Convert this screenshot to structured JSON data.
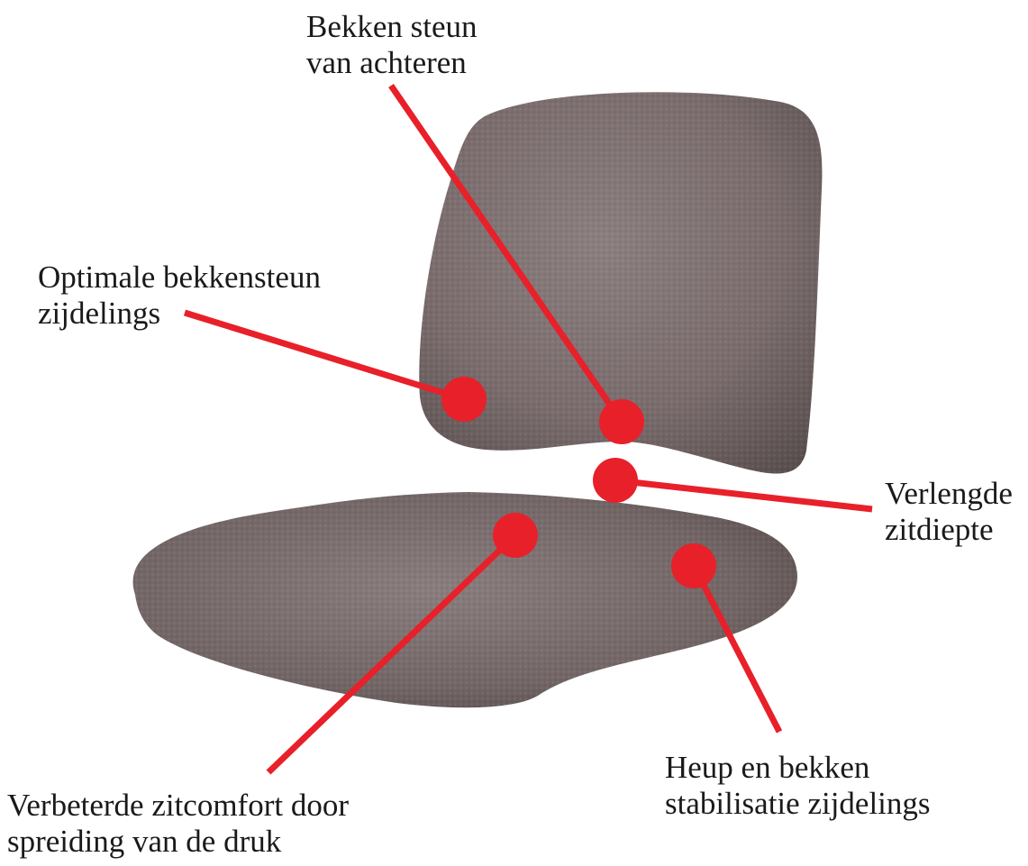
{
  "colors": {
    "callout": "#e8202a",
    "fabric": "#7d6f6f",
    "background": "#ffffff"
  },
  "callouts": {
    "pelvic_back": {
      "line1": "Bekken steun",
      "line2": "van achteren"
    },
    "pelvic_side": {
      "line1": "Optimale bekkensteun",
      "line2": "zijdelings"
    },
    "seat_depth": {
      "line1": "Verlengde",
      "line2": "zitdiepte"
    },
    "hip_stabilization": {
      "line1": "Heup en bekken",
      "line2": "stabilisatie zijdelings"
    },
    "pressure_distribution": {
      "line1": "Verbeterde zitcomfort door",
      "line2": "spreiding van de druk"
    }
  }
}
